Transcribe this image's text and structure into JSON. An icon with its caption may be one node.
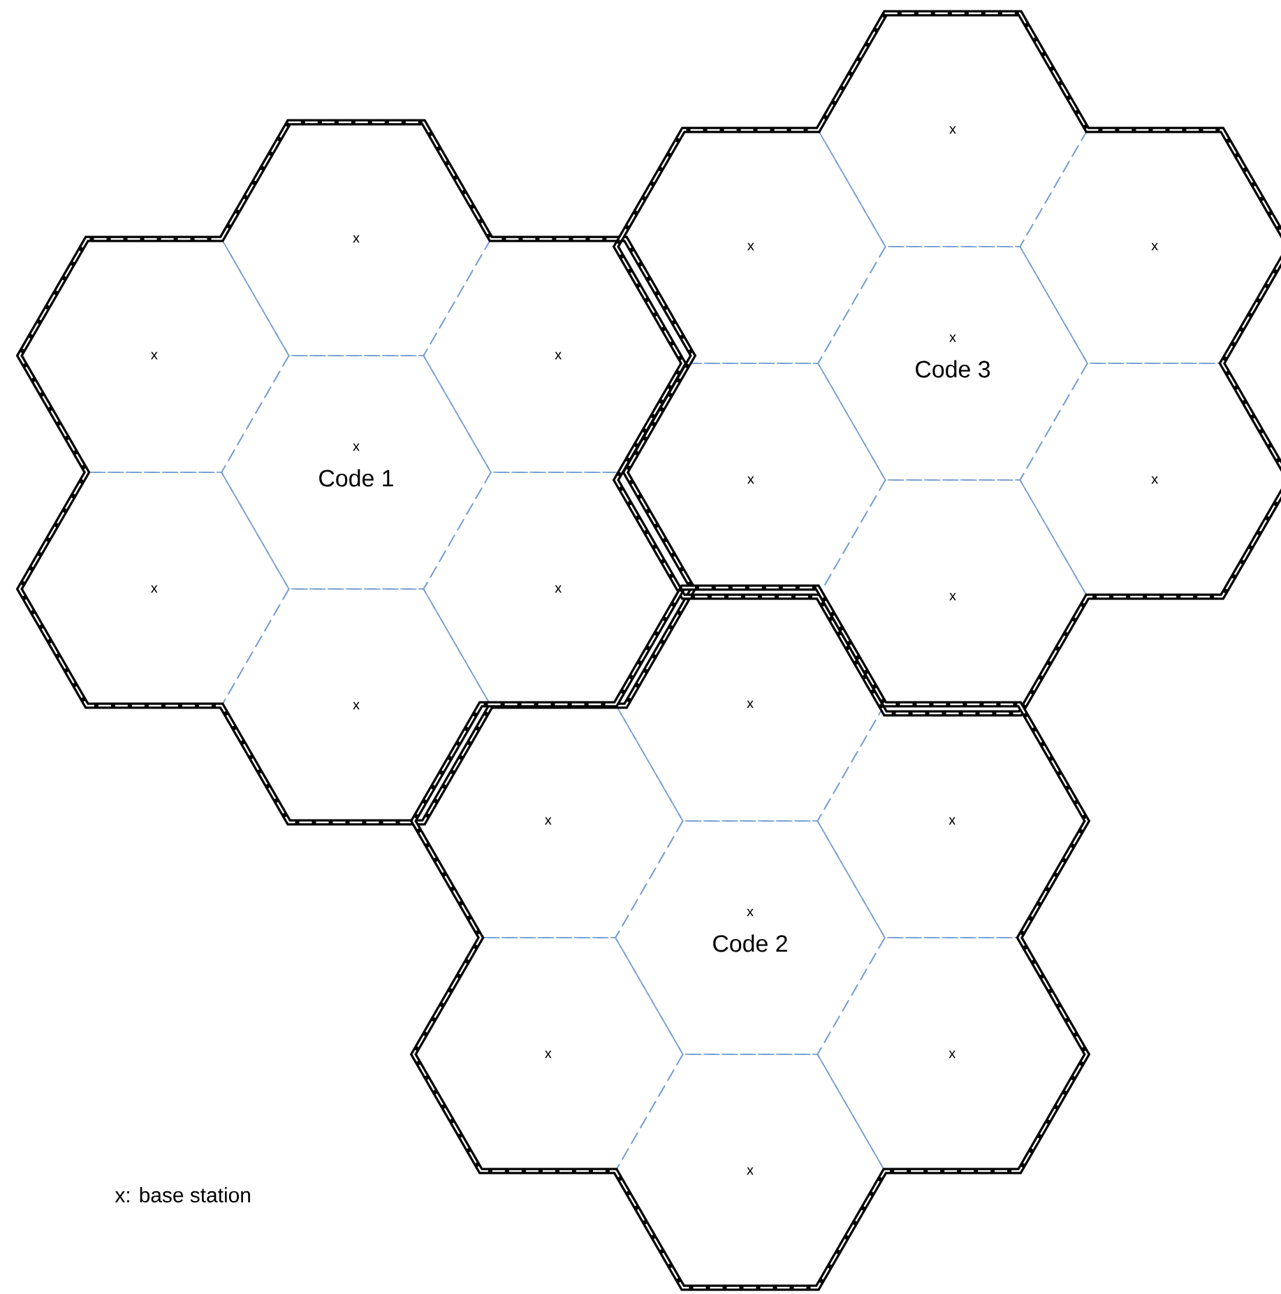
{
  "diagram": {
    "nodes": [
      {
        "text": [],
        "shape": "cluster"
      },
      {
        "text": [
          "x"
        ],
        "in": 0
      },
      {
        "text": [
          "x"
        ],
        "in": 0
      },
      {
        "text": [
          "x"
        ],
        "in": 0
      },
      {
        "text": [
          "x",
          "Code 1"
        ],
        "in": 0
      },
      {
        "text": [
          "x"
        ],
        "in": 0
      },
      {
        "text": [
          "x"
        ],
        "in": 0
      },
      {
        "text": [
          "x"
        ],
        "in": 0
      },
      {
        "text": [],
        "shape": "cluster"
      },
      {
        "text": [
          "x"
        ],
        "in": 8
      },
      {
        "text": [
          "x"
        ],
        "in": 8
      },
      {
        "text": [
          "x"
        ],
        "in": 8
      },
      {
        "text": [
          "x",
          "Code 3"
        ],
        "in": 8
      },
      {
        "text": [
          "x"
        ],
        "in": 8
      },
      {
        "text": [
          "x"
        ],
        "in": 8
      },
      {
        "text": [
          "x"
        ],
        "in": 8
      },
      {
        "text": [],
        "shape": "cluster"
      },
      {
        "text": [
          "x"
        ],
        "in": 16
      },
      {
        "text": [
          "x"
        ],
        "in": 16
      },
      {
        "text": [
          "x"
        ],
        "in": 16
      },
      {
        "text": [
          "x",
          "Code 2"
        ],
        "in": 16
      },
      {
        "text": [
          "x"
        ],
        "in": 16
      },
      {
        "text": [
          "x"
        ],
        "in": 16
      },
      {
        "text": [
          "x"
        ],
        "in": 16
      }
    ],
    "labels": [
      "x: base station"
    ]
  }
}
